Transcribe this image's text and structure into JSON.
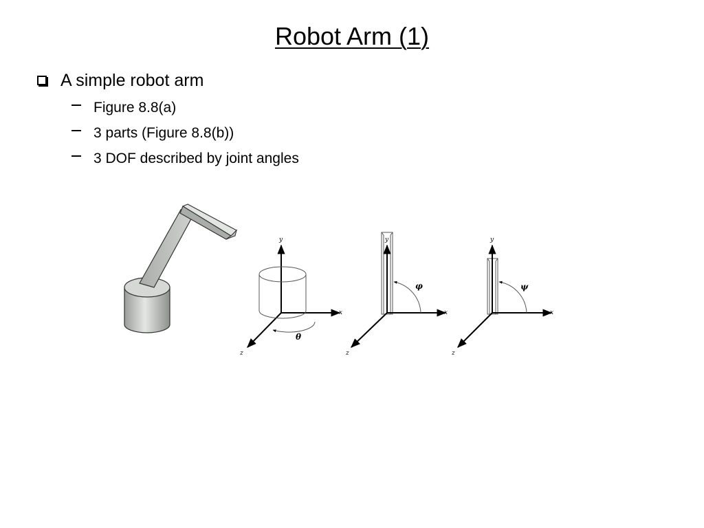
{
  "slide": {
    "title": "Robot Arm (1)",
    "bullet": "A simple robot arm",
    "sub_bullets": [
      "Figure 8.8(a)",
      "3 parts (Figure 8.8(b))",
      "3 DOF described by joint angles"
    ]
  },
  "figure": {
    "axis_labels": {
      "x": "x",
      "y": "y",
      "z": "z"
    },
    "angle_labels": {
      "base": "θ",
      "lower_arm": "φ",
      "upper_arm": "ψ"
    }
  }
}
